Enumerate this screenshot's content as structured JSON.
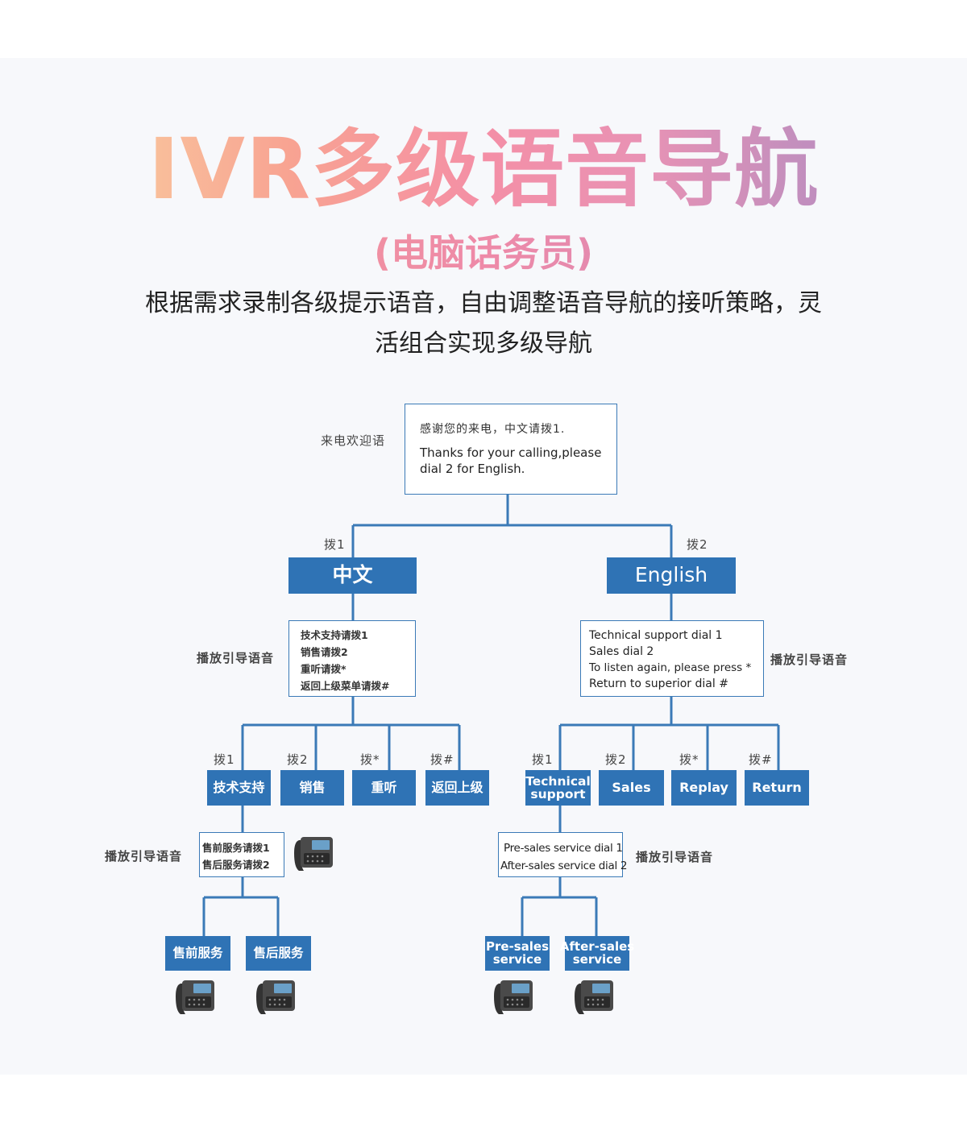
{
  "header": {
    "title": "IVR多级语音导航",
    "subtitle": "(电脑话务员)",
    "description_line1": "根据需求录制各级提示语音，自由调整语音导航的接听策略，灵",
    "description_line2": "活组合实现多级导航"
  },
  "diagram": {
    "welcome": {
      "label": "来电欢迎语",
      "cn_text": "感谢您的来电，中文请拨1.",
      "en_text_line1": "Thanks for your calling,please",
      "en_text_line2": "dial 2 for English."
    },
    "level1": {
      "dial_cn": "拨1",
      "dial_en": "拨2",
      "cn_node": "中文",
      "en_node": "English"
    },
    "cn_menu": {
      "guide_label": "播放引导语音",
      "lines": [
        "技术支持请拨1",
        "销售请拨2",
        "重听请拨*",
        "返回上级菜单请拨#"
      ],
      "dials": [
        "拨1",
        "拨2",
        "拨*",
        "拨#"
      ],
      "nodes": [
        "技术支持",
        "销售",
        "重听",
        "返回上级"
      ]
    },
    "en_menu": {
      "guide_label": "播放引导语音",
      "lines": [
        "Technical support dial 1",
        "Sales dial 2",
        "To listen again, please press *",
        "Return to superior dial #"
      ],
      "dials": [
        "拨1",
        "拨2",
        "拨*",
        "拨#"
      ],
      "nodes": [
        "Technical support",
        "Sales",
        "Replay",
        "Return"
      ],
      "node_tech_line1": "Technical",
      "node_tech_line2": "support"
    },
    "cn_sub": {
      "guide_label": "播放引导语音",
      "lines": [
        "售前服务请拨1",
        "售后服务请拨2"
      ],
      "nodes": [
        "售前服务",
        "售后服务"
      ]
    },
    "en_sub": {
      "guide_label": "播放引导语音",
      "lines": [
        "Pre-sales service dial 1",
        "After-sales service dial 2"
      ],
      "node1_line1": "Pre-sales",
      "node1_line2": "service",
      "node2_line1": "After-sales",
      "node2_line2": "service"
    }
  },
  "colors": {
    "node_blue": "#2f73b5",
    "line_blue": "#3b7ab7",
    "title_gradient_start": "#fce3b8",
    "title_gradient_end": "#a987c4"
  },
  "icons": [
    "desk-phone-icon"
  ]
}
